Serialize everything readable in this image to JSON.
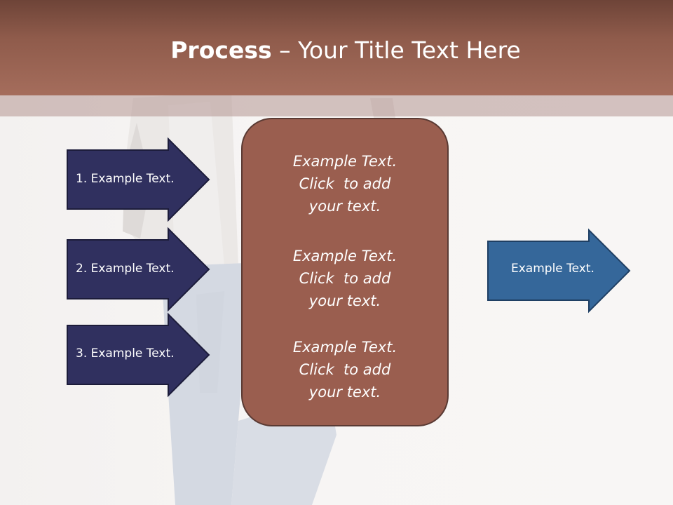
{
  "title": {
    "bold": "Process",
    "rest": " – Your Title Text Here"
  },
  "colors": {
    "header": "#a56d5c",
    "left_arrow": "#30305f",
    "right_arrow": "#35679a",
    "center_box": "#9a5e4f"
  },
  "steps": [
    {
      "label": "1. Example Text."
    },
    {
      "label": "2. Example Text."
    },
    {
      "label": "3. Example Text."
    }
  ],
  "center_blocks": [
    {
      "lines": [
        "Example Text.",
        "Click  to add",
        "your text."
      ]
    },
    {
      "lines": [
        "Example Text.",
        "Click  to add",
        "your text."
      ]
    },
    {
      "lines": [
        "Example Text.",
        "Click  to add",
        "your text."
      ]
    }
  ],
  "output": {
    "label": "Example Text."
  }
}
